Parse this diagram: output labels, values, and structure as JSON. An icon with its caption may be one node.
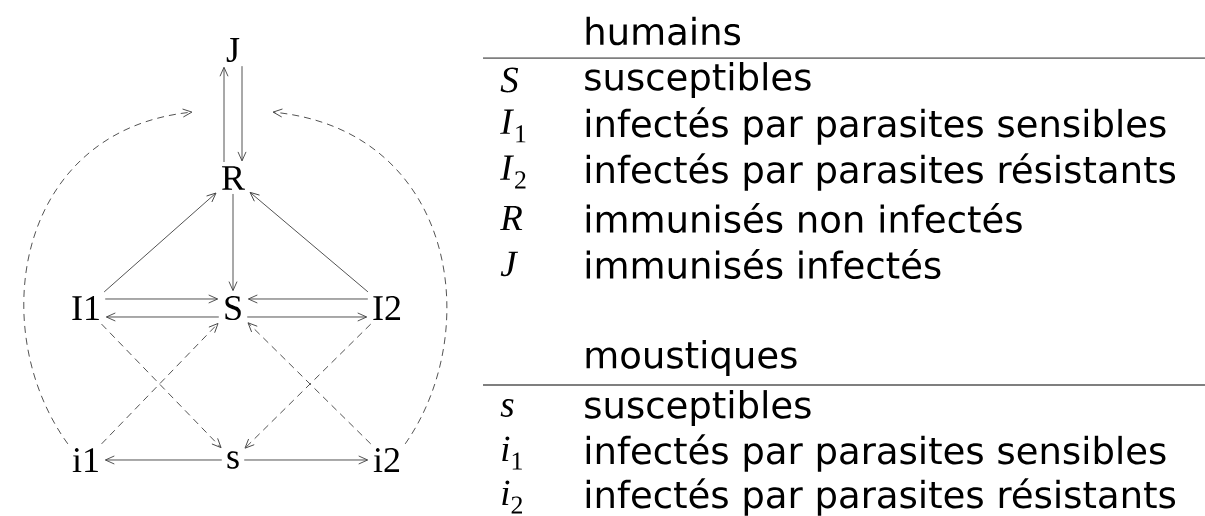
{
  "diagram": {
    "nodes": [
      {
        "text": [
          "J"
        ]
      },
      {
        "text": [
          "R"
        ]
      },
      {
        "text": [
          "I1"
        ]
      },
      {
        "text": [
          "S"
        ]
      },
      {
        "text": [
          "I2"
        ]
      },
      {
        "text": [
          "i1"
        ]
      },
      {
        "text": [
          "s"
        ]
      },
      {
        "text": [
          "i2"
        ]
      }
    ],
    "edges": [
      {
        "from": 1,
        "to": 0,
        "arrow": "to"
      },
      {
        "from": 0,
        "to": 1,
        "arrow": "to"
      },
      {
        "from": 2,
        "to": 1,
        "arrow": "to"
      },
      {
        "from": 4,
        "to": 1,
        "arrow": "to"
      },
      {
        "from": 1,
        "to": 3,
        "arrow": "to"
      },
      {
        "from": 2,
        "to": 3,
        "arrow": "to"
      },
      {
        "from": 3,
        "to": 2,
        "arrow": "to"
      },
      {
        "from": 4,
        "to": 3,
        "arrow": "to"
      },
      {
        "from": 3,
        "to": 4,
        "arrow": "to"
      },
      {
        "from": 6,
        "to": 5,
        "arrow": "to"
      },
      {
        "from": 6,
        "to": 7,
        "arrow": "to"
      },
      {
        "from": 2,
        "to": 6,
        "arrow": "to",
        "style": "dashed"
      },
      {
        "from": 5,
        "to": 3,
        "arrow": "to",
        "style": "dashed"
      },
      {
        "from": 4,
        "to": 6,
        "arrow": "to",
        "style": "dashed"
      },
      {
        "from": 7,
        "to": 3,
        "arrow": "to",
        "style": "dashed"
      },
      {
        "from": 5,
        "to": null,
        "arrow": "to",
        "style": "dashed"
      },
      {
        "from": 7,
        "to": null,
        "arrow": "to",
        "style": "dashed"
      }
    ],
    "labels": [
      "humains",
      "*S*",
      "susceptibles",
      "*I*$_{1}$",
      "infectés par parasites sensibles",
      "*I*$_{2}$",
      "infectés par parasites résistants",
      "*R*",
      "immunisés non infectés",
      "*J*",
      "immunisés infectés",
      "moustiques",
      "*s*",
      "susceptibles",
      "*i*$_{1}$",
      "infectés par parasites sensibles",
      "*i*$_{2}$",
      "infectés par parasites résistants"
    ]
  }
}
